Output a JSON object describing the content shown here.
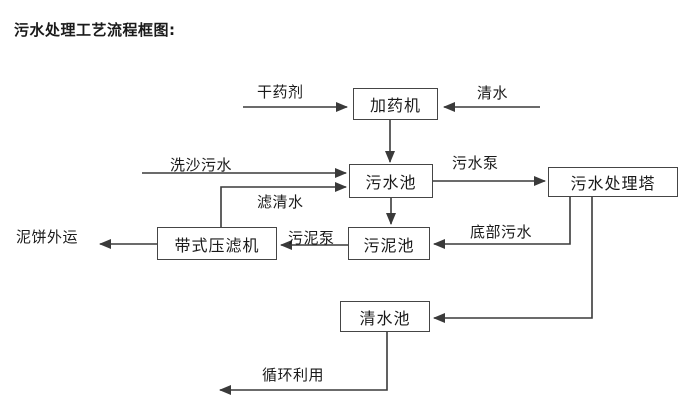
{
  "title": "污水处理工艺流程框图:",
  "colors": {
    "background": "#ffffff",
    "line": "#3a3a3a",
    "box_border": "#454545",
    "text": "#1a1a1a"
  },
  "diagram": {
    "nodes": {
      "doser": "加药机",
      "sewage_pool": "污水池",
      "tower": "污水处理塔",
      "belt_press": "带式压滤机",
      "sludge_pool": "污泥池",
      "clear_pool": "清水池"
    },
    "labels": {
      "dry_agent": "干药剂",
      "clean_water": "清水",
      "sand_wash": "洗沙污水",
      "filtered_water": "滤清水",
      "sewage_pump": "污水泵",
      "bottom_sewage": "底部污水",
      "sludge_pump": "污泥泵",
      "mud_cake_out": "泥饼外运",
      "recycle": "循环利用"
    },
    "edges": [
      {
        "from": "干药剂",
        "to": "加药机",
        "label": ""
      },
      {
        "from": "清水",
        "to": "加药机",
        "label": ""
      },
      {
        "from": "加药机",
        "to": "污水池",
        "label": ""
      },
      {
        "from": "洗沙污水",
        "to": "污水池",
        "label": ""
      },
      {
        "from": "带式压滤机",
        "to": "污水池",
        "label": "滤清水"
      },
      {
        "from": "污水池",
        "to": "污水处理塔",
        "label": "污水泵"
      },
      {
        "from": "污水池",
        "to": "污泥池",
        "label": ""
      },
      {
        "from": "污水处理塔",
        "to": "污泥池",
        "label": "底部污水"
      },
      {
        "from": "污泥池",
        "to": "带式压滤机",
        "label": "污泥泵"
      },
      {
        "from": "带式压滤机",
        "to": "泥饼外运",
        "label": ""
      },
      {
        "from": "污水处理塔",
        "to": "清水池",
        "label": ""
      },
      {
        "from": "清水池",
        "to": "循环利用",
        "label": ""
      }
    ]
  }
}
